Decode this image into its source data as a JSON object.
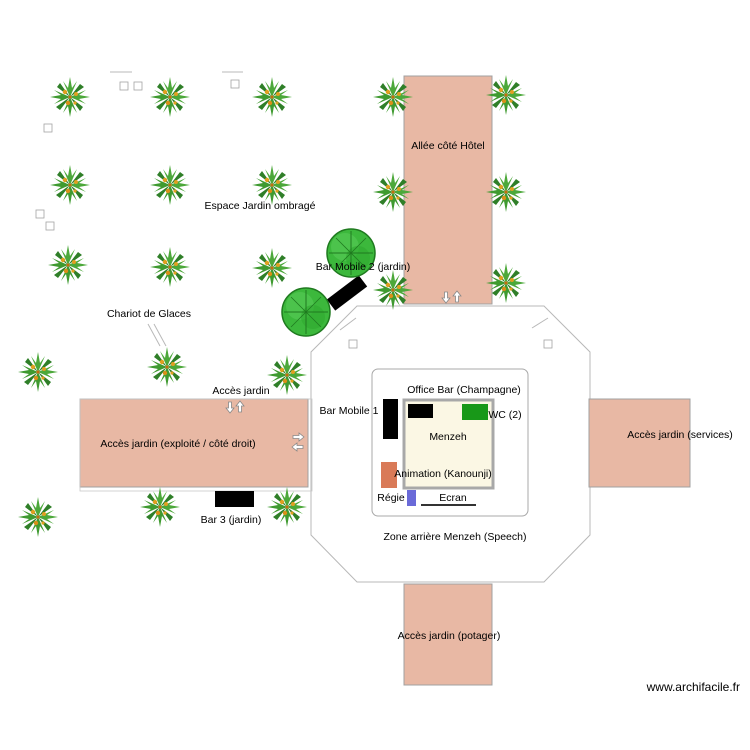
{
  "colors": {
    "zone": "#e8b8a4",
    "zone_border": "#a0a0a0",
    "menzeh_fill": "#fbf7e4",
    "menzeh_wall": "#a8a8a8",
    "bar": "#000000",
    "wc": "#189818",
    "animation": "#d97a58",
    "regie": "#6a6ad8",
    "tree_round": "#3cb83c",
    "shrub_leaf": "#4ca83a",
    "shrub_flower": "#e0a020"
  },
  "icons": {
    "shrub": "shrub-icon",
    "tree": "round-tree-icon",
    "arrow": "double-arrow-icon",
    "seat": "seat-icon"
  },
  "labels": {
    "allee_hotel": "Allée côté Hôtel",
    "espace_jardin": "Espace Jardin ombragé",
    "bar_mobile_2": "Bar Mobile 2 (jardin)",
    "chariot_glaces": "Chariot de Glaces",
    "acces_jardin": "Accès jardin",
    "acces_jardin_exploite": "Accès jardin (exploité / côté droit)",
    "bar_3": "Bar 3 (jardin)",
    "office_bar": "Office Bar (Champagne)",
    "bar_mobile_1": "Bar Mobile 1",
    "wc": "WC (2)",
    "menzeh": "Menzeh",
    "animation": "Animation (Kanounji)",
    "regie": "Régie",
    "ecran": "Ecran",
    "zone_arriere": "Zone arrière Menzeh (Speech)",
    "acces_services": "Accès jardin (services)",
    "acces_potager": "Accès jardin (potager)"
  },
  "watermark": "www.archifacile.fr"
}
